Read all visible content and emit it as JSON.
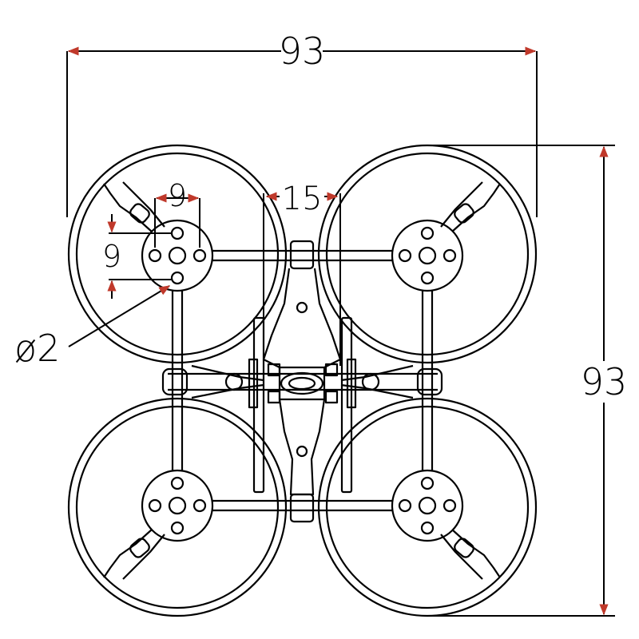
{
  "drawing": {
    "line_color": "#000000",
    "arrow_color": "#c0392b",
    "background": "#ffffff"
  },
  "dimensions": {
    "overall_width": "93",
    "overall_height": "93",
    "duct_gap": "15",
    "hole_spacing_h": "9",
    "hole_spacing_v": "9",
    "hole_diameter": "ø2"
  }
}
